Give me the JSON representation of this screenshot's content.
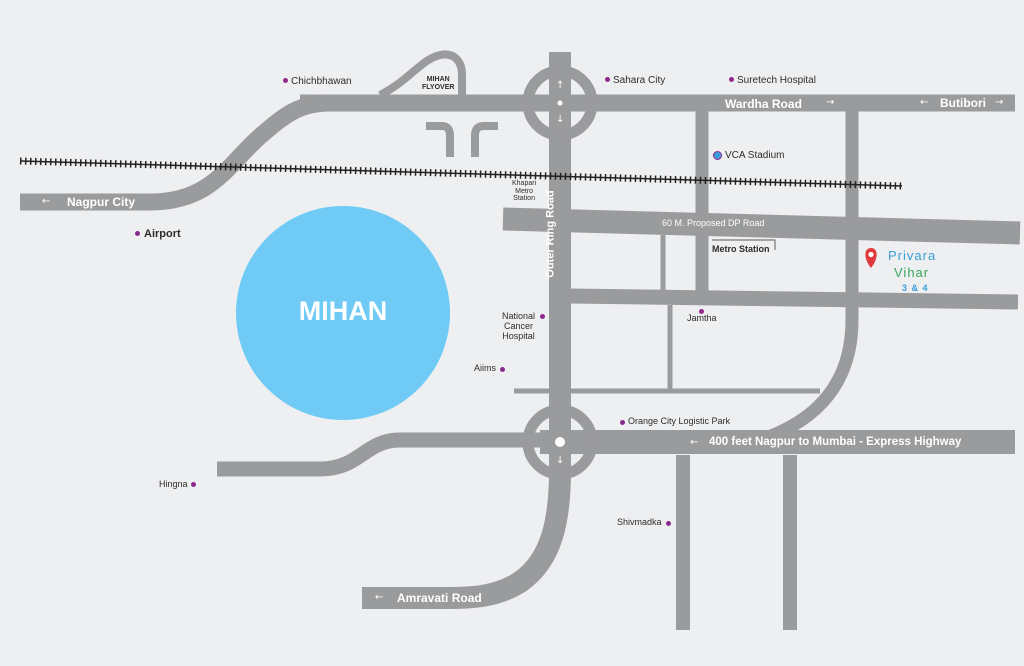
{
  "colors": {
    "road": "#9a9b9c",
    "mihan": "#6fcbf5",
    "poi_dot": "#8e2a8e",
    "pin": "#e03a3e",
    "brand_blue": "#3a9ed9",
    "brand_green": "#3aa55a"
  },
  "icons": {
    "location_pin": "map-pin-icon",
    "metro": "metro-icon",
    "arrows": "arrow-icon"
  },
  "roads": {
    "wardha_road": "Wardha Road",
    "butibori": "Butibori",
    "nagpur_city": "Nagpur City",
    "outer_ring_road": "Outer Ring Road",
    "dp_road": "60 M. Proposed DP Road",
    "express_highway": "400 feet Nagpur to Mumbai - Express Highway",
    "amravati_road": "Amravati Road"
  },
  "places": {
    "chichbhawan": "Chichbhawan",
    "flyover_line1": "MIHAN",
    "flyover_line2": "FLYOVER",
    "sahara_city": "Sahara City",
    "suretech": "Suretech Hospital",
    "vca_stadium": "VCA Stadium",
    "khapari_line1": "Khapari",
    "khapari_line2": "Metro",
    "khapari_line3": "Station",
    "airport": "Airport",
    "metro_station": "Metro Station",
    "jamtha": "Jamtha",
    "nch_line1": "National",
    "nch_line2": "Cancer",
    "nch_line3": "Hospital",
    "aiims": "Aiims",
    "orange_city": "Orange City Logistic Park",
    "hingna": "Hingna",
    "shivmadka": "Shivmadka"
  },
  "mihan": "MIHAN",
  "brand": {
    "line1": "Privara",
    "line2": "Vihar",
    "line3": "3 & 4"
  }
}
